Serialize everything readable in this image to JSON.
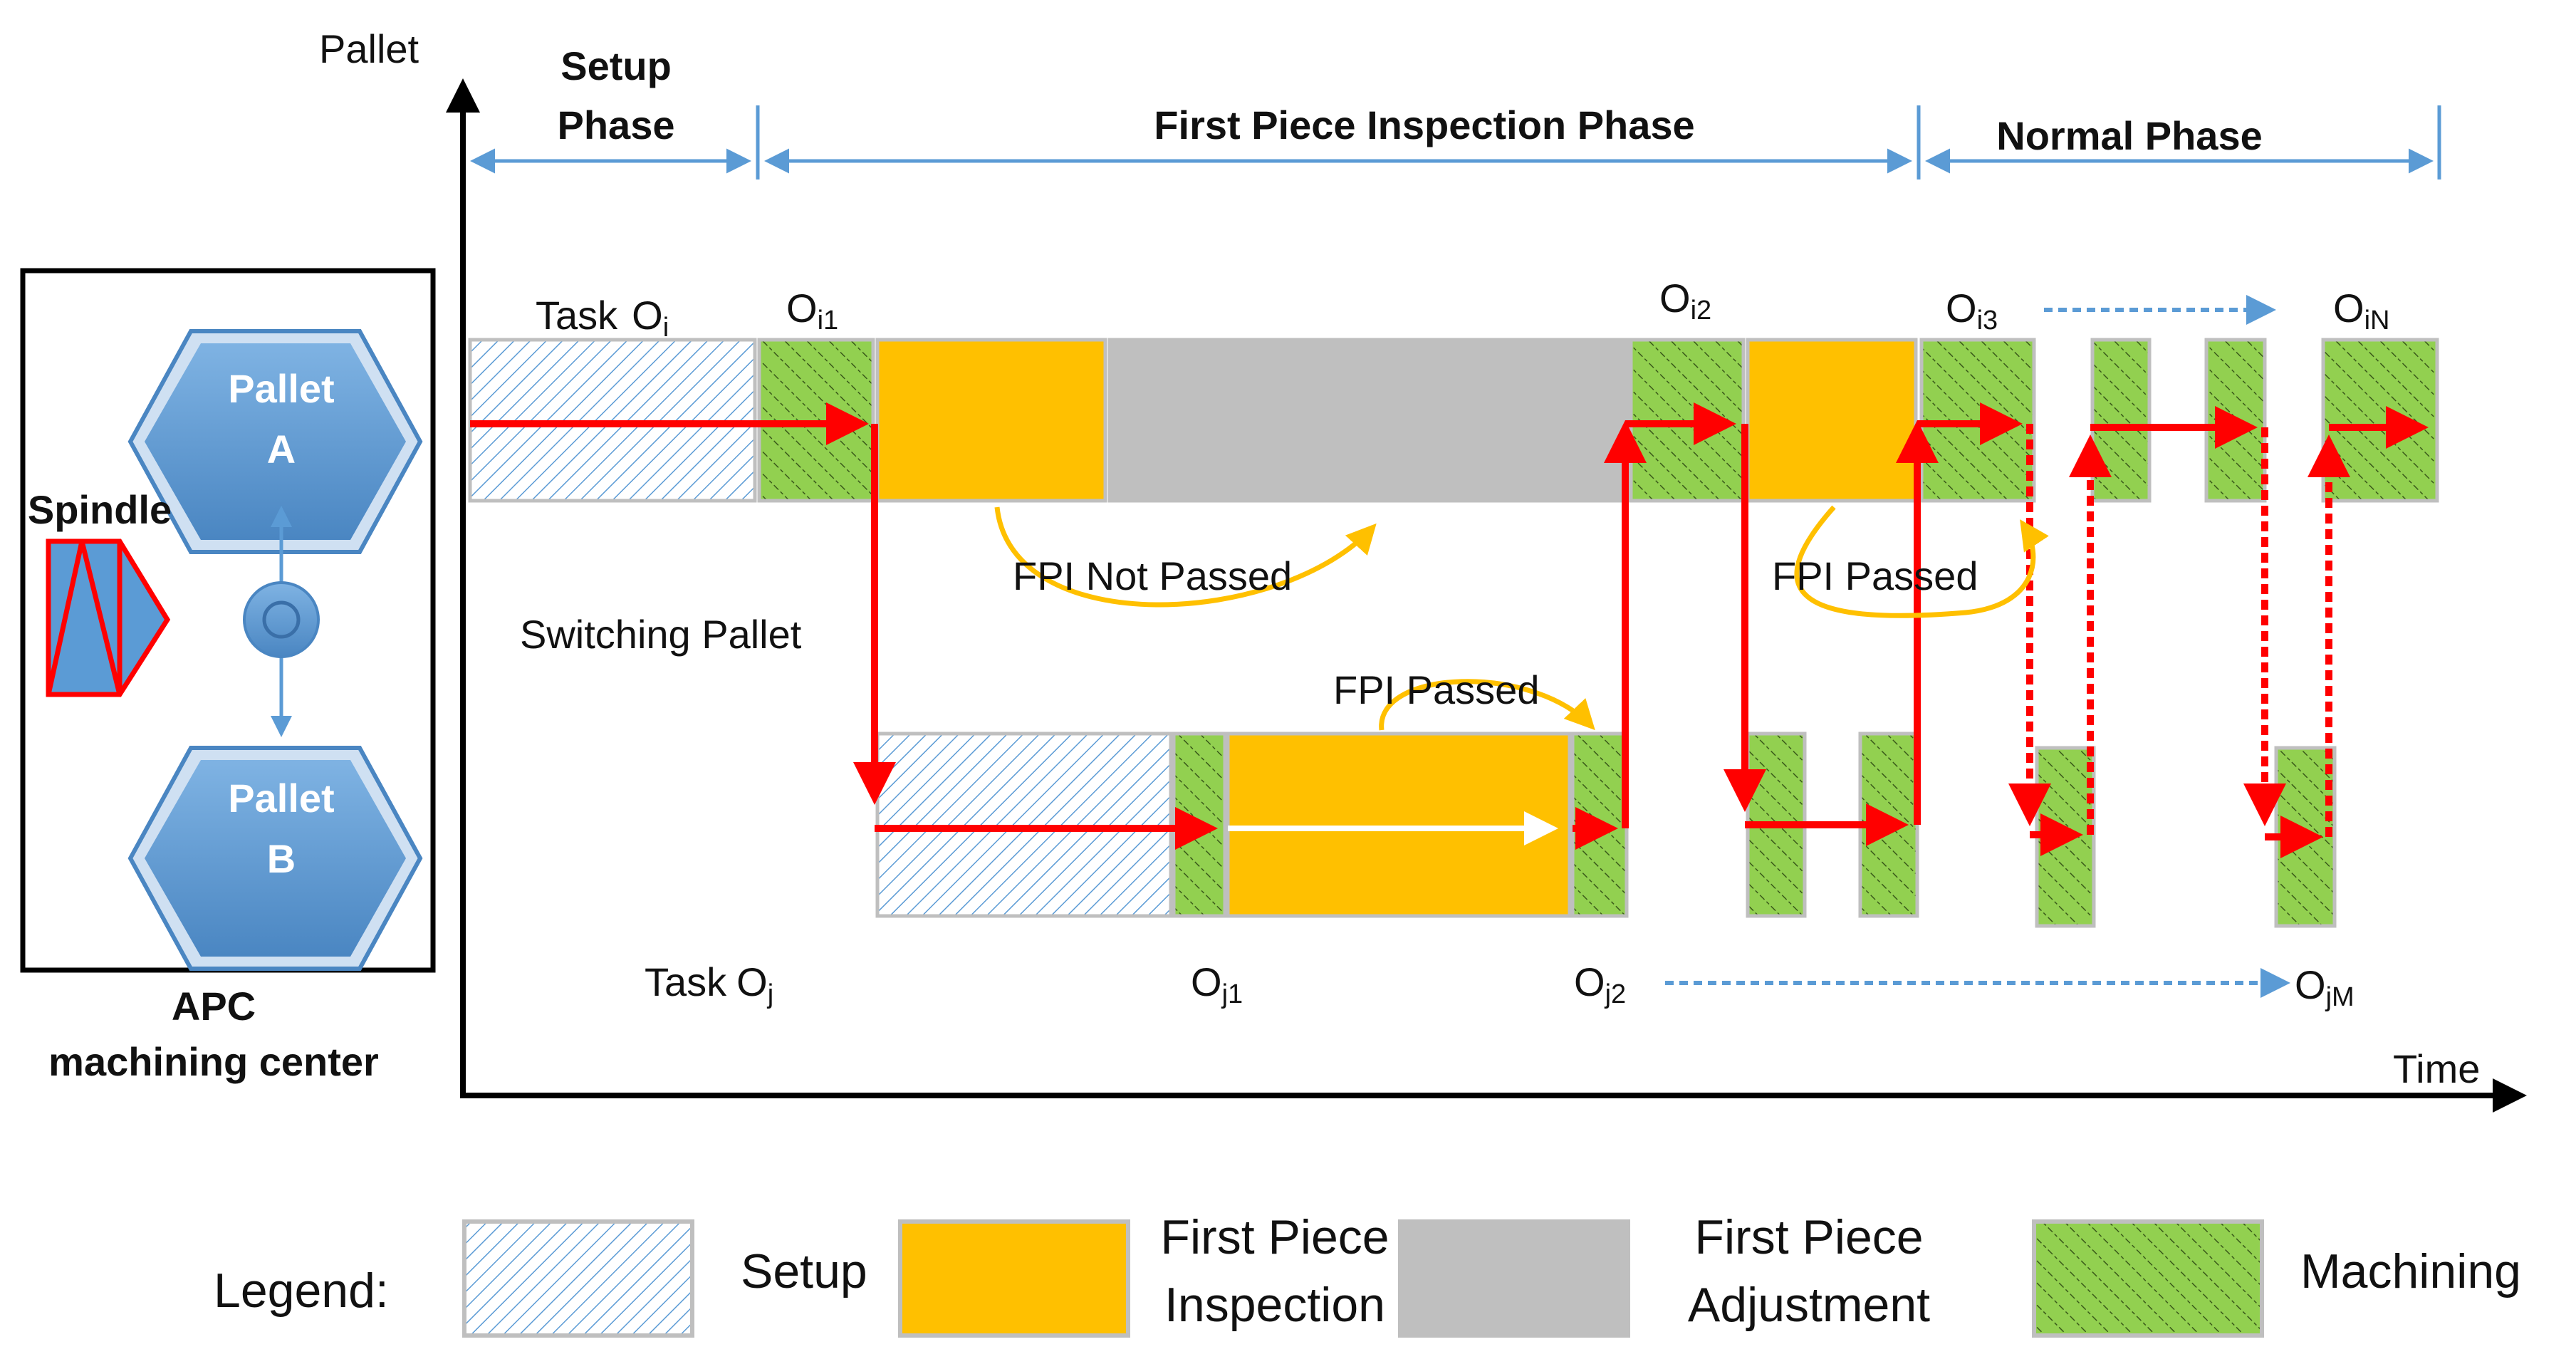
{
  "axes": {
    "y_label": "Pallet",
    "x_label": "Time"
  },
  "phases": {
    "setup_line1": "Setup",
    "setup_line2": "Phase",
    "fpi": "First Piece Inspection Phase",
    "normal": "Normal Phase"
  },
  "machine": {
    "pallet_a_line1": "Pallet",
    "pallet_a_line2": "A",
    "pallet_b_line1": "Pallet",
    "pallet_b_line2": "B",
    "spindle": "Spindle",
    "caption_line1": "APC",
    "caption_line2": "machining center"
  },
  "tasks": {
    "task_i_prefix": "Task",
    "task_j_prefix": "Task",
    "oi": {
      "base": "O",
      "sub": "i"
    },
    "oi1": {
      "base": "O",
      "sub": "i1"
    },
    "oi2": {
      "base": "O",
      "sub": "i2"
    },
    "oi3": {
      "base": "O",
      "sub": "i3"
    },
    "oiN": {
      "base": "O",
      "sub": "iN"
    },
    "oj": {
      "base": "O",
      "sub": "j"
    },
    "oj1": {
      "base": "O",
      "sub": "j1"
    },
    "oj2": {
      "base": "O",
      "sub": "j2"
    },
    "ojM": {
      "base": "O",
      "sub": "jM"
    }
  },
  "annotations": {
    "fpi_not_passed": "FPI Not Passed",
    "fpi_passed_top": "FPI Passed",
    "fpi_passed_bottom": "FPI Passed",
    "switching_pallet": "Switching Pallet"
  },
  "legend": {
    "title": "Legend:",
    "setup": "Setup",
    "fpi_line1": "First Piece",
    "fpi_line2": "Inspection",
    "fpa_line1": "First Piece",
    "fpa_line2": "Adjustment",
    "machining": "Machining"
  },
  "colors": {
    "setup_hatch": "#5b9bd5",
    "inspection": "#ffc000",
    "adjustment": "#bfbfbf",
    "machining": "#92d050",
    "flow": "#ff0000",
    "phase_arrow": "#5b9bd5",
    "annotation_arrow": "#ffc000",
    "pallet_fill": "#5b9bd5"
  }
}
